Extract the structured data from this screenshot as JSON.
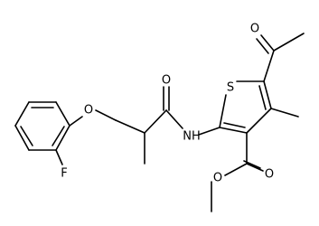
{
  "atoms": [
    {
      "id": "F",
      "label": "F"
    },
    {
      "id": "O_ether",
      "label": "O"
    },
    {
      "id": "O_amide",
      "label": "O"
    },
    {
      "id": "N",
      "label": "NH"
    },
    {
      "id": "S",
      "label": "S"
    },
    {
      "id": "O_acetyl",
      "label": "O"
    },
    {
      "id": "O_ester_carbonyl",
      "label": "O"
    },
    {
      "id": "O_ester_single",
      "label": "O"
    }
  ]
}
